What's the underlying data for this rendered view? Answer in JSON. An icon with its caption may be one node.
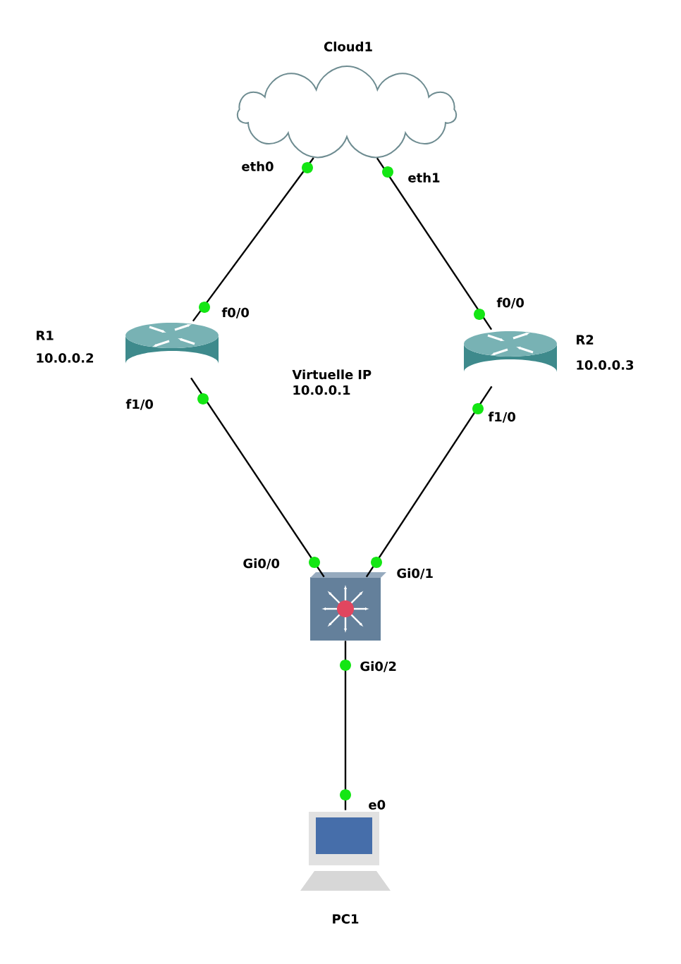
{
  "diagram": {
    "nodes": [
      {
        "text": [
          "Cloud1"
        ]
      },
      {
        "text": [
          "R1",
          "10.0.0.2"
        ]
      },
      {
        "text": [
          "R2",
          "10.0.0.3"
        ]
      },
      {
        "text": [],
        "shape": "box"
      },
      {
        "text": [
          "PC1"
        ]
      }
    ],
    "edges": [
      {
        "from": 0,
        "to": 1,
        "arrow": "none"
      },
      {
        "from": 0,
        "to": 2,
        "arrow": "none"
      },
      {
        "from": 1,
        "to": 3,
        "arrow": "none"
      },
      {
        "from": 2,
        "to": 3,
        "arrow": "none"
      },
      {
        "from": 3,
        "to": 4,
        "arrow": "none"
      }
    ],
    "labels": [
      "eth0",
      "eth1",
      "f0/0",
      "f0/0",
      "Virtuelle IP 10.0.0.1",
      "f1/0",
      "f1/0",
      "Gi0/0",
      "Gi0/1",
      "Gi0/2",
      "e0"
    ]
  }
}
